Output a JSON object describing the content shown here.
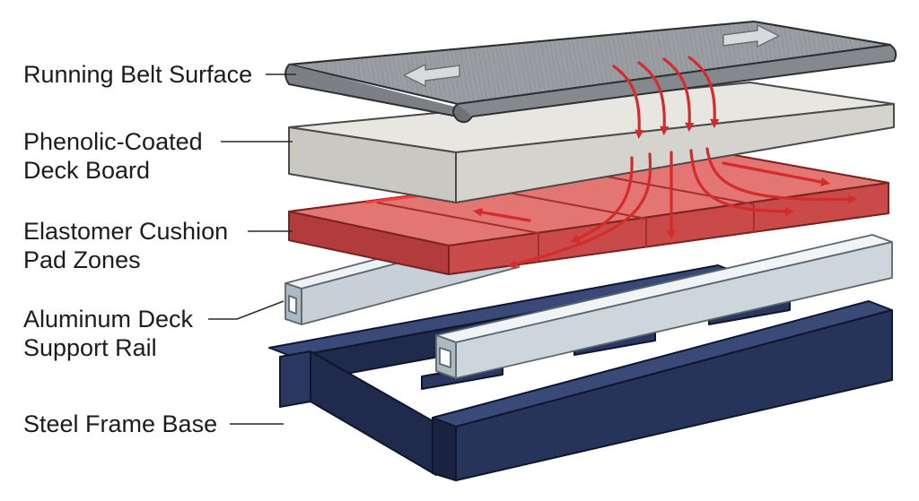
{
  "labels": {
    "running_belt": "Running Belt Surface",
    "deck_board": [
      "Phenolic-Coated",
      "Deck Board"
    ],
    "cushion_pads": [
      "Elastomer Cushion",
      "Pad Zones"
    ],
    "support_rail": [
      "Aluminum Deck",
      "Support Rail"
    ],
    "frame_base": "Steel Frame Base"
  },
  "colors": {
    "belt": "#8a8d91",
    "deck": "#dcdbd6",
    "cushion": "#e0605b",
    "rail": "#d3dbe0",
    "frame": "#263459",
    "arrow": "#d42b2b",
    "leader": "#2a2a2a"
  },
  "icons": {
    "belt_arrows": "direction-arrow-icon",
    "force_arrows": "downward-force-arrow-icon"
  }
}
